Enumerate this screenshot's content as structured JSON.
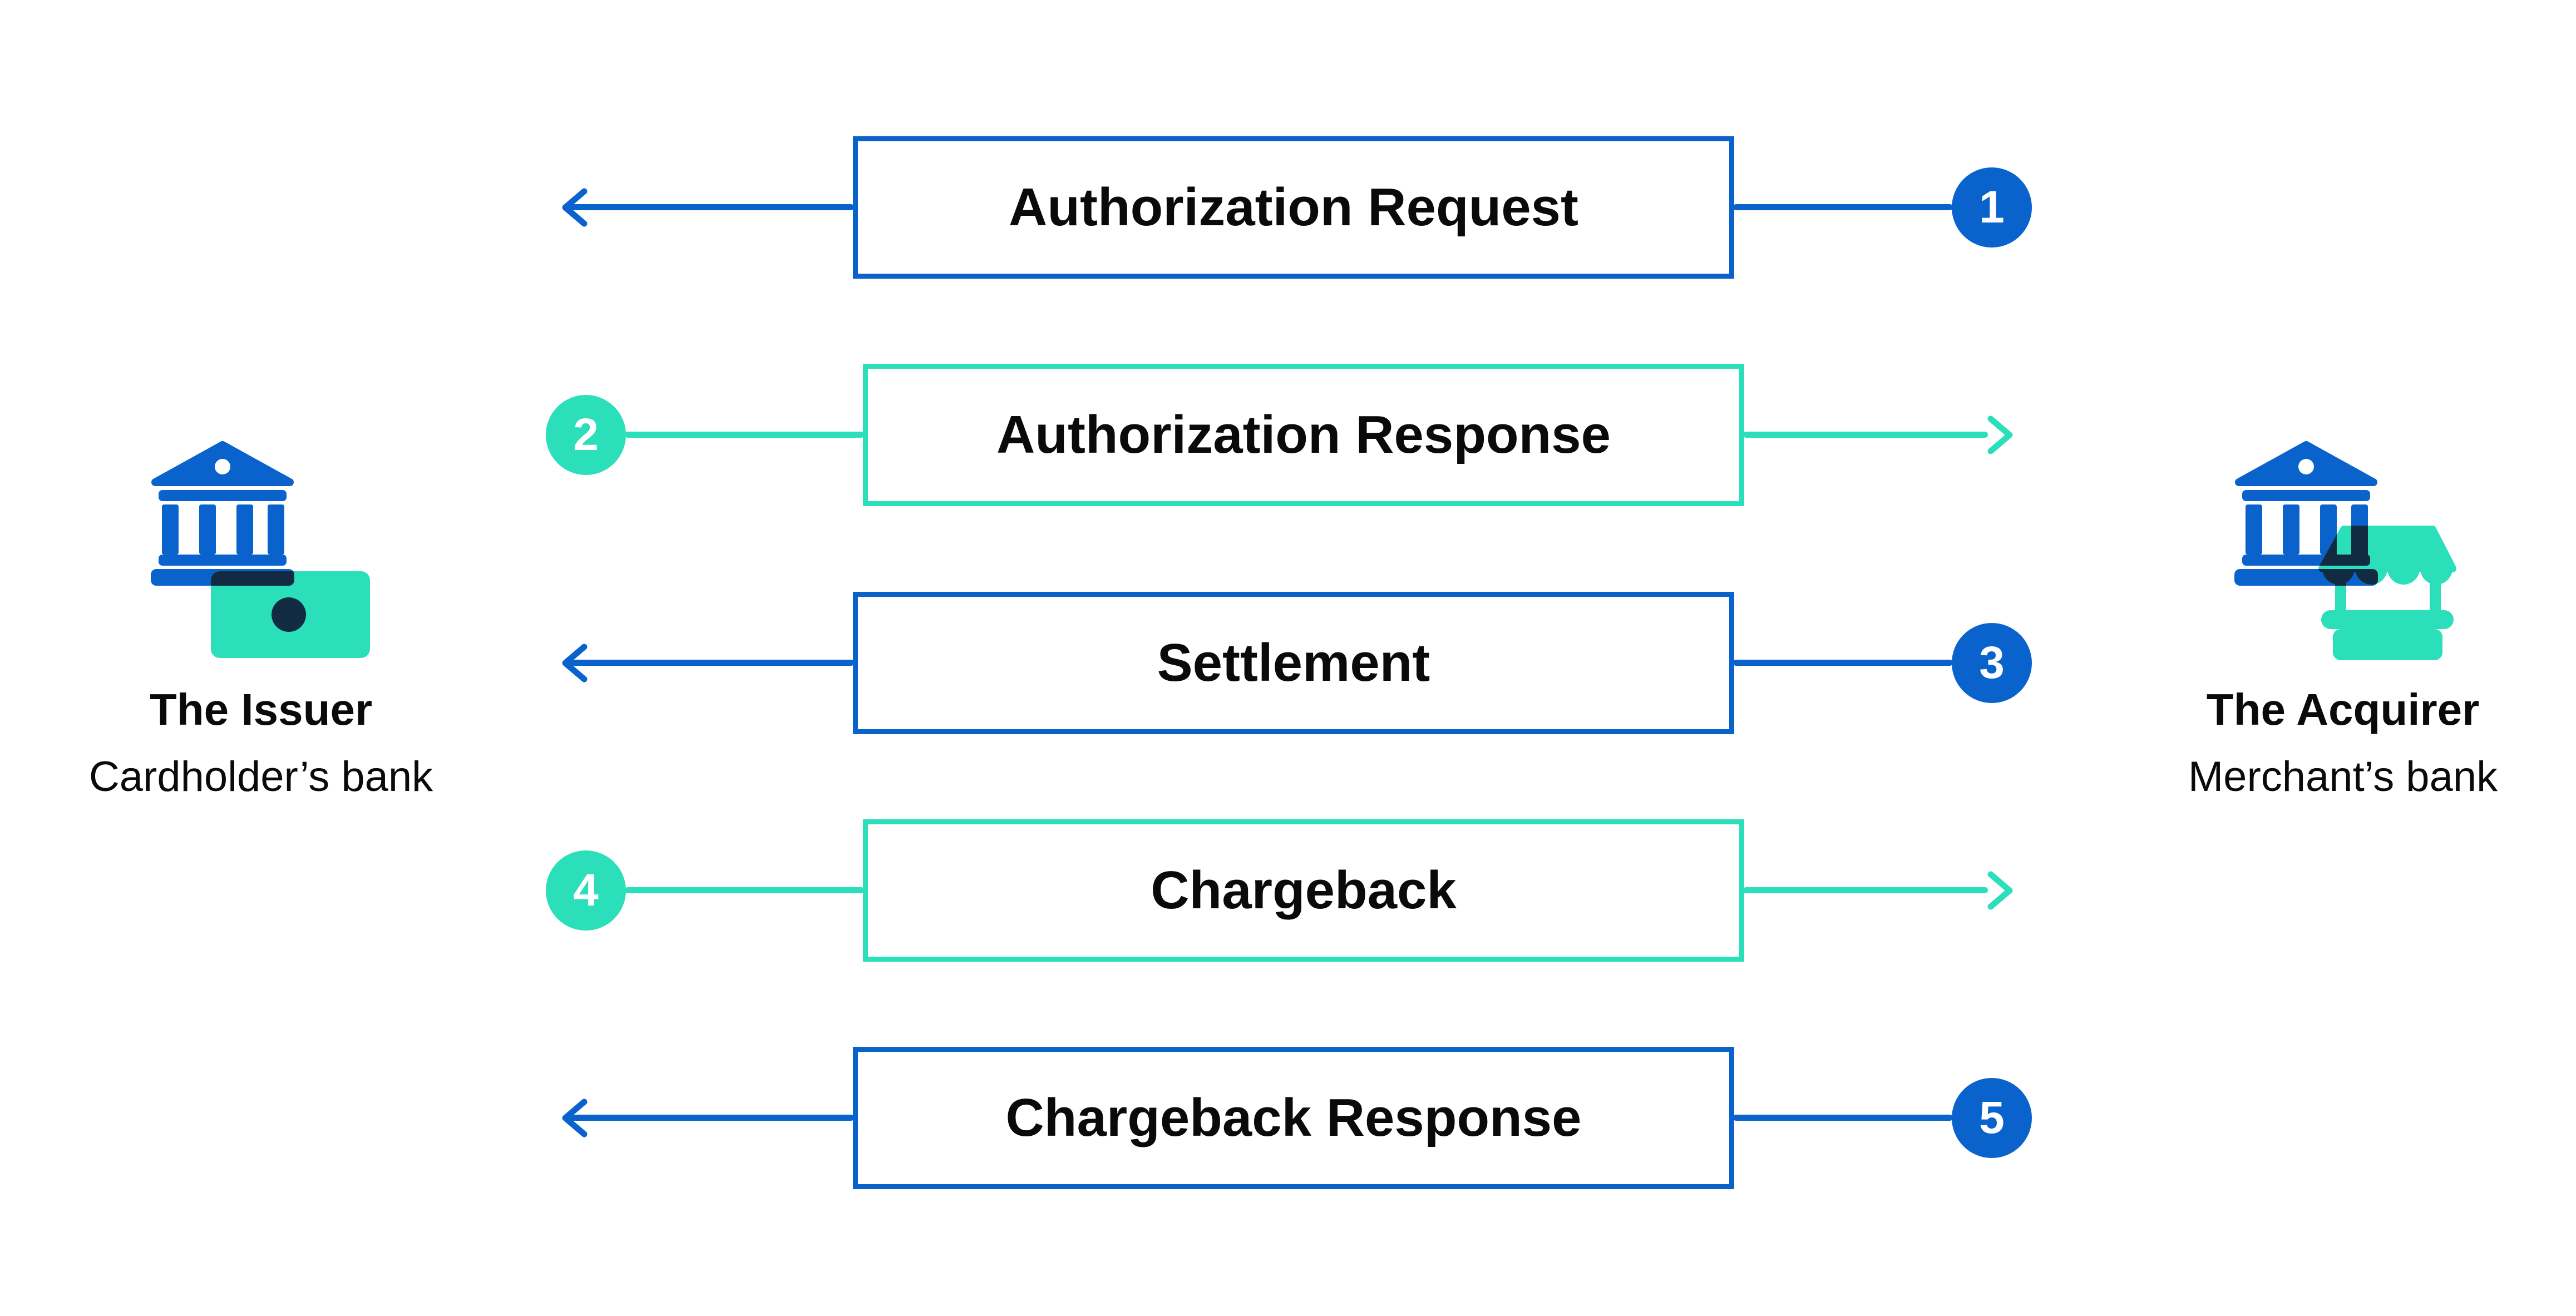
{
  "colors": {
    "blue": "#0A63CC",
    "teal": "#2BDFBB",
    "navy": "#122B43",
    "ink": "#0A0A0A",
    "bg": "#FFFFFF",
    "badge_ink": "#FFFFFF"
  },
  "entities": {
    "issuer": {
      "name": "The Issuer",
      "subtitle": "Cardholder’s bank",
      "icon": "bank-banknote-icon"
    },
    "acquirer": {
      "name": "The Acquirer",
      "subtitle": "Merchant’s bank",
      "icon": "bank-storefront-icon"
    }
  },
  "flows": [
    {
      "step": "1",
      "label": "Authorization Request",
      "direction": "left",
      "color": "blue"
    },
    {
      "step": "2",
      "label": "Authorization Response",
      "direction": "right",
      "color": "teal"
    },
    {
      "step": "3",
      "label": "Settlement",
      "direction": "left",
      "color": "blue"
    },
    {
      "step": "4",
      "label": "Chargeback",
      "direction": "right",
      "color": "teal"
    },
    {
      "step": "5",
      "label": "Chargeback Response",
      "direction": "left",
      "color": "blue"
    }
  ]
}
